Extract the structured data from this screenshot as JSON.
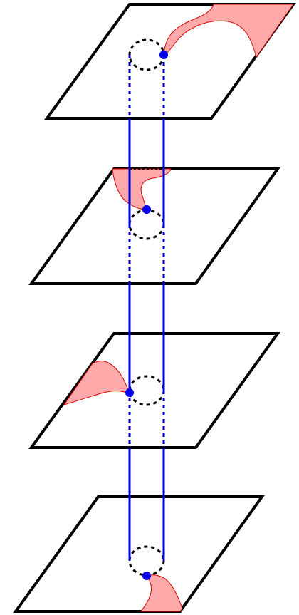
{
  "colors": {
    "plane_stroke": "#000000",
    "plane_fill": "#ffffff",
    "circle_stroke": "#000000",
    "tube_line": "#0000cc",
    "point_fill": "#0000ee",
    "region_fill": "#ffaaaa",
    "region_stroke": "#dd0000",
    "background": "#ffffff"
  },
  "layers": [
    {
      "name": "layer-1",
      "region_side": "top-right"
    },
    {
      "name": "layer-2",
      "region_side": "top-left"
    },
    {
      "name": "layer-3",
      "region_side": "left"
    },
    {
      "name": "layer-4",
      "region_side": "bottom-right"
    }
  ]
}
